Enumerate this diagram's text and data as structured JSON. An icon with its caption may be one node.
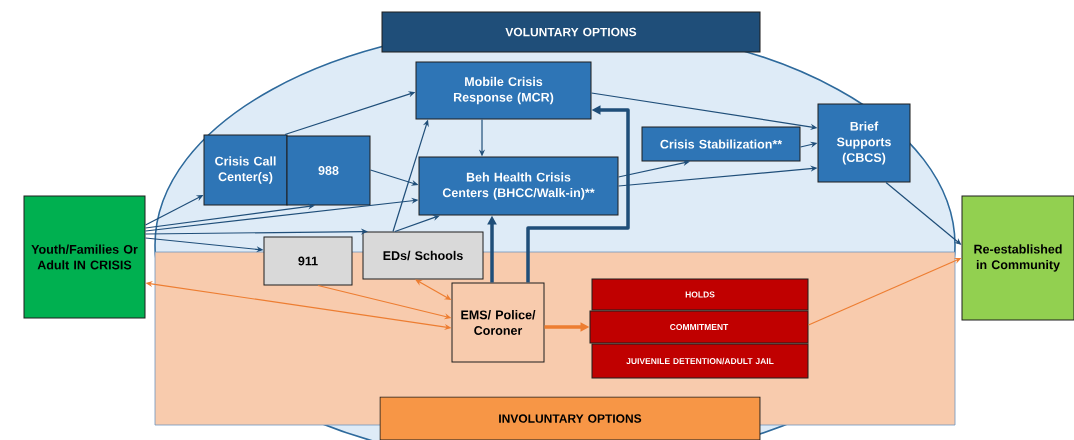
{
  "diagram": {
    "nodes": [
      {
        "text": [
          "VOLUNTARY OPTIONS"
        ]
      },
      {
        "text": [
          "Youth/Families Or Adult IN CRISIS"
        ]
      },
      {
        "text": [
          "Crisis Call Center(s)"
        ]
      },
      {
        "text": [
          "988"
        ]
      },
      {
        "text": [
          "Mobile Crisis Response (MCR)"
        ]
      },
      {
        "text": [
          "Beh Health Crisis Centers (BHCC/Walk-in)**"
        ]
      },
      {
        "text": [
          "Crisis Stabilization**"
        ]
      },
      {
        "text": [
          "Brief Supports (CBCS)"
        ]
      },
      {
        "text": [
          "911"
        ]
      },
      {
        "text": [
          "EDs/ Schools"
        ]
      },
      {
        "text": [
          "EMS/ Police/ Coroner"
        ]
      },
      {
        "text": [
          "HOLDS"
        ]
      },
      {
        "text": [
          "COMMITMENT"
        ]
      },
      {
        "text": [
          "JUIVENILE DETENTION/ADULT JAIL"
        ]
      },
      {
        "text": [
          "Re-established in Community"
        ]
      },
      {
        "text": [
          "INVOLUNTARY OPTIONS"
        ]
      }
    ],
    "edges": [
      {
        "from": 1,
        "to": 2,
        "arrow": "to"
      },
      {
        "from": 1,
        "to": 3,
        "arrow": "to"
      },
      {
        "from": 1,
        "to": 5,
        "arrow": "to"
      },
      {
        "from": 1,
        "to": 9,
        "arrow": "to"
      },
      {
        "from": 1,
        "to": 8,
        "arrow": "to"
      },
      {
        "from": 2,
        "to": 4,
        "arrow": "to"
      },
      {
        "from": 3,
        "to": 5,
        "arrow": "to"
      },
      {
        "from": 9,
        "to": 4,
        "arrow": "to"
      },
      {
        "from": 9,
        "to": 5,
        "arrow": "to"
      },
      {
        "from": 4,
        "to": 5,
        "arrow": "to"
      },
      {
        "from": 10,
        "to": 4,
        "arrow": "to",
        "style": "thick"
      },
      {
        "from": 10,
        "to": 5,
        "arrow": "to",
        "style": "thick"
      },
      {
        "from": 4,
        "to": 7,
        "arrow": "to"
      },
      {
        "from": 5,
        "to": 6,
        "arrow": "to"
      },
      {
        "from": 5,
        "to": 7,
        "arrow": "to"
      },
      {
        "from": 6,
        "to": 7,
        "arrow": "to"
      },
      {
        "from": 7,
        "to": 14,
        "arrow": "to"
      },
      {
        "from": 10,
        "to": 1,
        "arrow": "both",
        "color": "#ed7d31"
      },
      {
        "from": 8,
        "to": 10,
        "arrow": "to",
        "color": "#ed7d31"
      },
      {
        "from": 9,
        "to": 10,
        "arrow": "both",
        "color": "#ed7d31"
      },
      {
        "from": 10,
        "to": 12,
        "arrow": "to",
        "style": "thick",
        "color": "#ed7d31"
      },
      {
        "from": 12,
        "to": 14,
        "arrow": "to",
        "color": "#ed7d31"
      }
    ]
  }
}
